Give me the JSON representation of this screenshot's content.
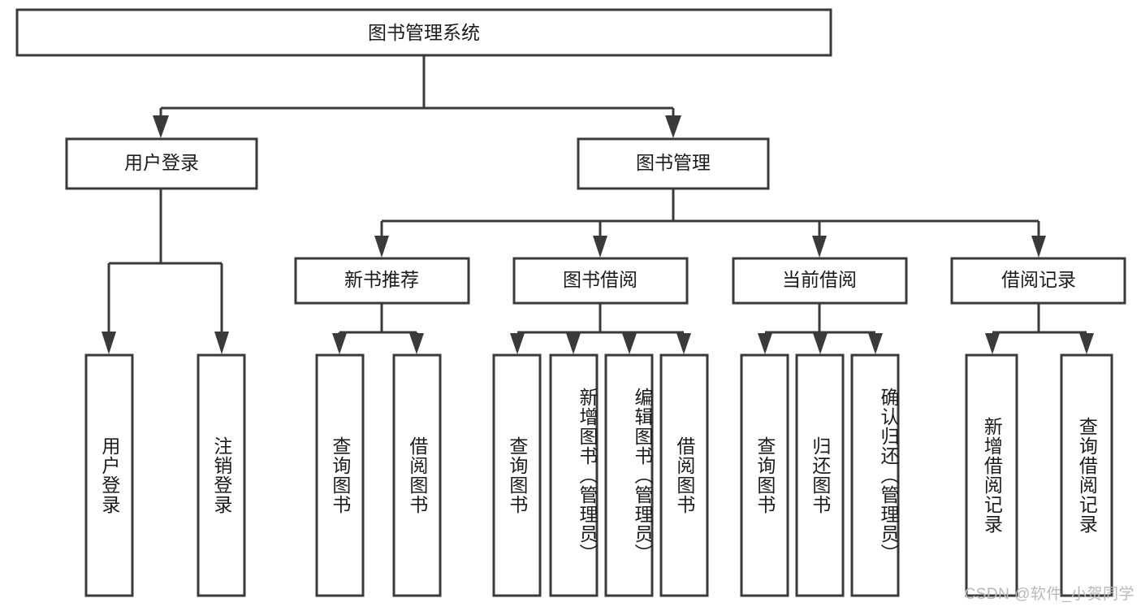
{
  "diagram": {
    "type": "hierarchy-tree",
    "title_node": {
      "label": "图书管理系统"
    },
    "level2": [
      {
        "id": "user-login",
        "label": "用户登录"
      },
      {
        "id": "book-management",
        "label": "图书管理"
      }
    ],
    "level3": [
      {
        "id": "new-book-recommend",
        "label": "新书推荐",
        "parent": "book-management"
      },
      {
        "id": "book-borrow",
        "label": "图书借阅",
        "parent": "book-management"
      },
      {
        "id": "current-borrow",
        "label": "当前借阅",
        "parent": "book-management"
      },
      {
        "id": "borrow-record",
        "label": "借阅记录",
        "parent": "book-management"
      }
    ],
    "leaves": [
      {
        "id": "leaf-user-login",
        "label": "用户登录",
        "parent": "user-login"
      },
      {
        "id": "leaf-logout-login",
        "label": "注销登录",
        "parent": "user-login"
      },
      {
        "id": "leaf-query-book-1",
        "label": "查询图书",
        "parent": "new-book-recommend"
      },
      {
        "id": "leaf-borrow-book-1",
        "label": "借阅图书",
        "parent": "new-book-recommend"
      },
      {
        "id": "leaf-query-book-2",
        "label": "查询图书",
        "parent": "book-borrow"
      },
      {
        "id": "leaf-add-book",
        "label": "新增图书（管理员）",
        "parent": "book-borrow"
      },
      {
        "id": "leaf-edit-book",
        "label": "编辑图书（管理员）",
        "parent": "book-borrow"
      },
      {
        "id": "leaf-borrow-book-2",
        "label": "借阅图书",
        "parent": "book-borrow"
      },
      {
        "id": "leaf-query-book-3",
        "label": "查询图书",
        "parent": "current-borrow"
      },
      {
        "id": "leaf-return-book",
        "label": "归还图书",
        "parent": "current-borrow"
      },
      {
        "id": "leaf-confirm-return",
        "label": "确认归还（管理员）",
        "parent": "current-borrow"
      },
      {
        "id": "leaf-add-record",
        "label": "新增借阅记录",
        "parent": "borrow-record"
      },
      {
        "id": "leaf-query-record",
        "label": "查询借阅记录",
        "parent": "borrow-record"
      }
    ],
    "colors": {
      "box_stroke": "#3a3a3a",
      "box_fill": "#ffffff",
      "text": "#1b1b1b",
      "background": "#ffffff",
      "watermark": "#b9b9b9"
    }
  },
  "watermark": {
    "text": "CSDN @软件_小贺同学"
  }
}
